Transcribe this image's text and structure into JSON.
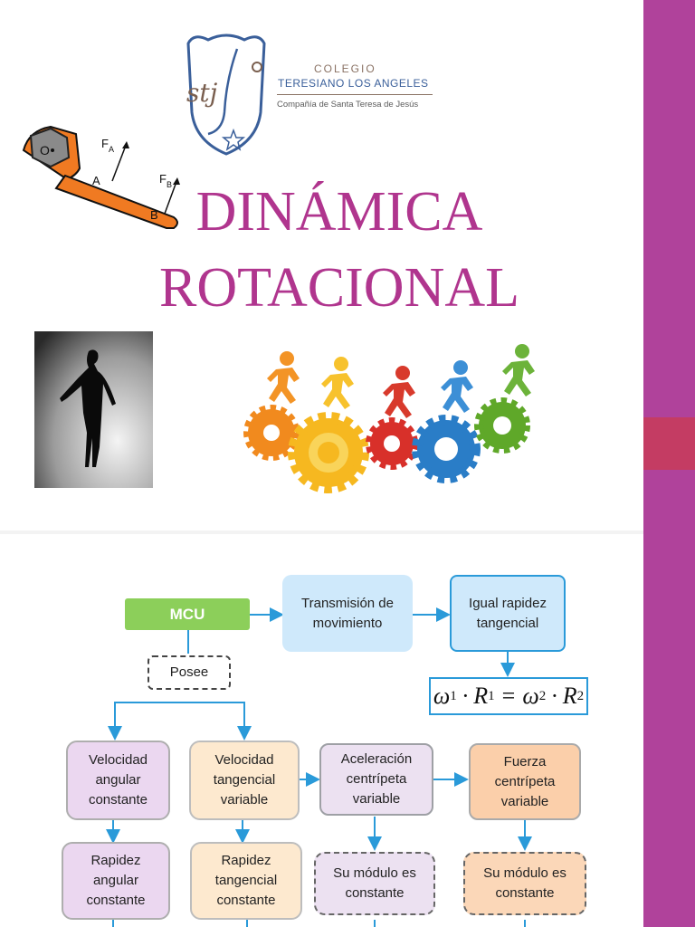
{
  "slide1": {
    "logo": {
      "monogram": "stj",
      "line1": "COLEGIO",
      "line2": "TERESIANO LOS ANGELES",
      "line3": "Compañía de Santa Teresa de Jesús"
    },
    "title_line1": "DINÁMICA",
    "title_line2": "ROTACIONAL",
    "wrench_labels": {
      "o": "O",
      "fa": "F",
      "fa_sub": "A",
      "fb": "F",
      "fb_sub": "B",
      "a": "A",
      "b": "B"
    },
    "colors": {
      "title": "#b0358e",
      "sidebar": "#b0429b",
      "sidebar_accent": "#c43c63"
    }
  },
  "diagram": {
    "mcu": "MCU",
    "transmision": "Transmisión de movimiento",
    "igual": "Igual rapidez tangencial",
    "posee": "Posee",
    "formula": {
      "w": "ω",
      "r": "R",
      "sub1": "1",
      "sub2": "2",
      "dot": "·",
      "eq": "="
    },
    "vel_angular": "Velocidad angular constante",
    "vel_tangencial": "Velocidad tangencial variable",
    "acel": "Aceleración centrípeta variable",
    "fuerza": "Fuerza centrípeta variable",
    "rap_angular": "Rapidez angular constante",
    "rap_tangencial": "Rapidez tangencial constante",
    "modulo1": "Su módulo es constante",
    "modulo2": "Su módulo es constante"
  }
}
